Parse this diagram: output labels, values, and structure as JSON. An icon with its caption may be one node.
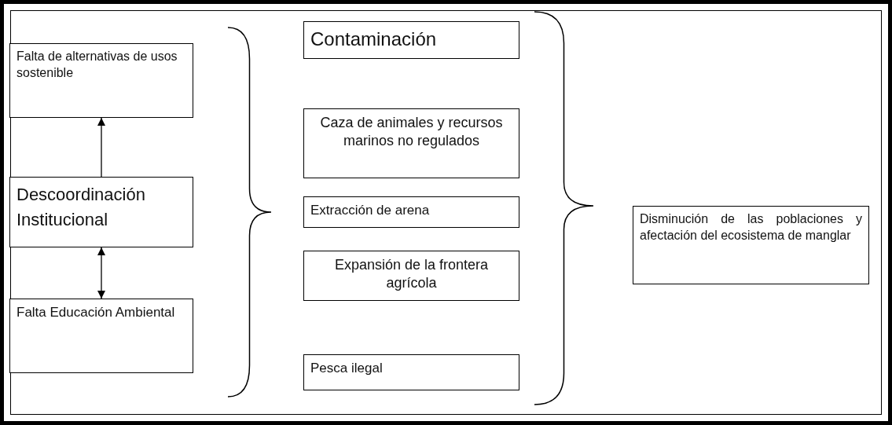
{
  "diagram": {
    "nodes": [
      {
        "text": [
          "Falta de alternativas de usos sostenible"
        ]
      },
      {
        "text": [
          "Descoordinación Institucional"
        ]
      },
      {
        "text": [
          "Falta Educación Ambiental"
        ]
      },
      {
        "text": [
          "Contaminación"
        ]
      },
      {
        "text": [
          "Caza de animales y recursos marinos no regulados"
        ]
      },
      {
        "text": [
          "Extracción de arena"
        ]
      },
      {
        "text": [
          "Expansión de la frontera agrícola"
        ]
      },
      {
        "text": [
          "Pesca ilegal"
        ]
      },
      {
        "text": [
          "Disminución de las poblaciones y afectación del ecosistema de manglar"
        ]
      }
    ],
    "edges": [
      {
        "from": 1,
        "to": 0,
        "arrow": "to"
      },
      {
        "from": 1,
        "to": 2,
        "arrow": "both"
      }
    ]
  }
}
